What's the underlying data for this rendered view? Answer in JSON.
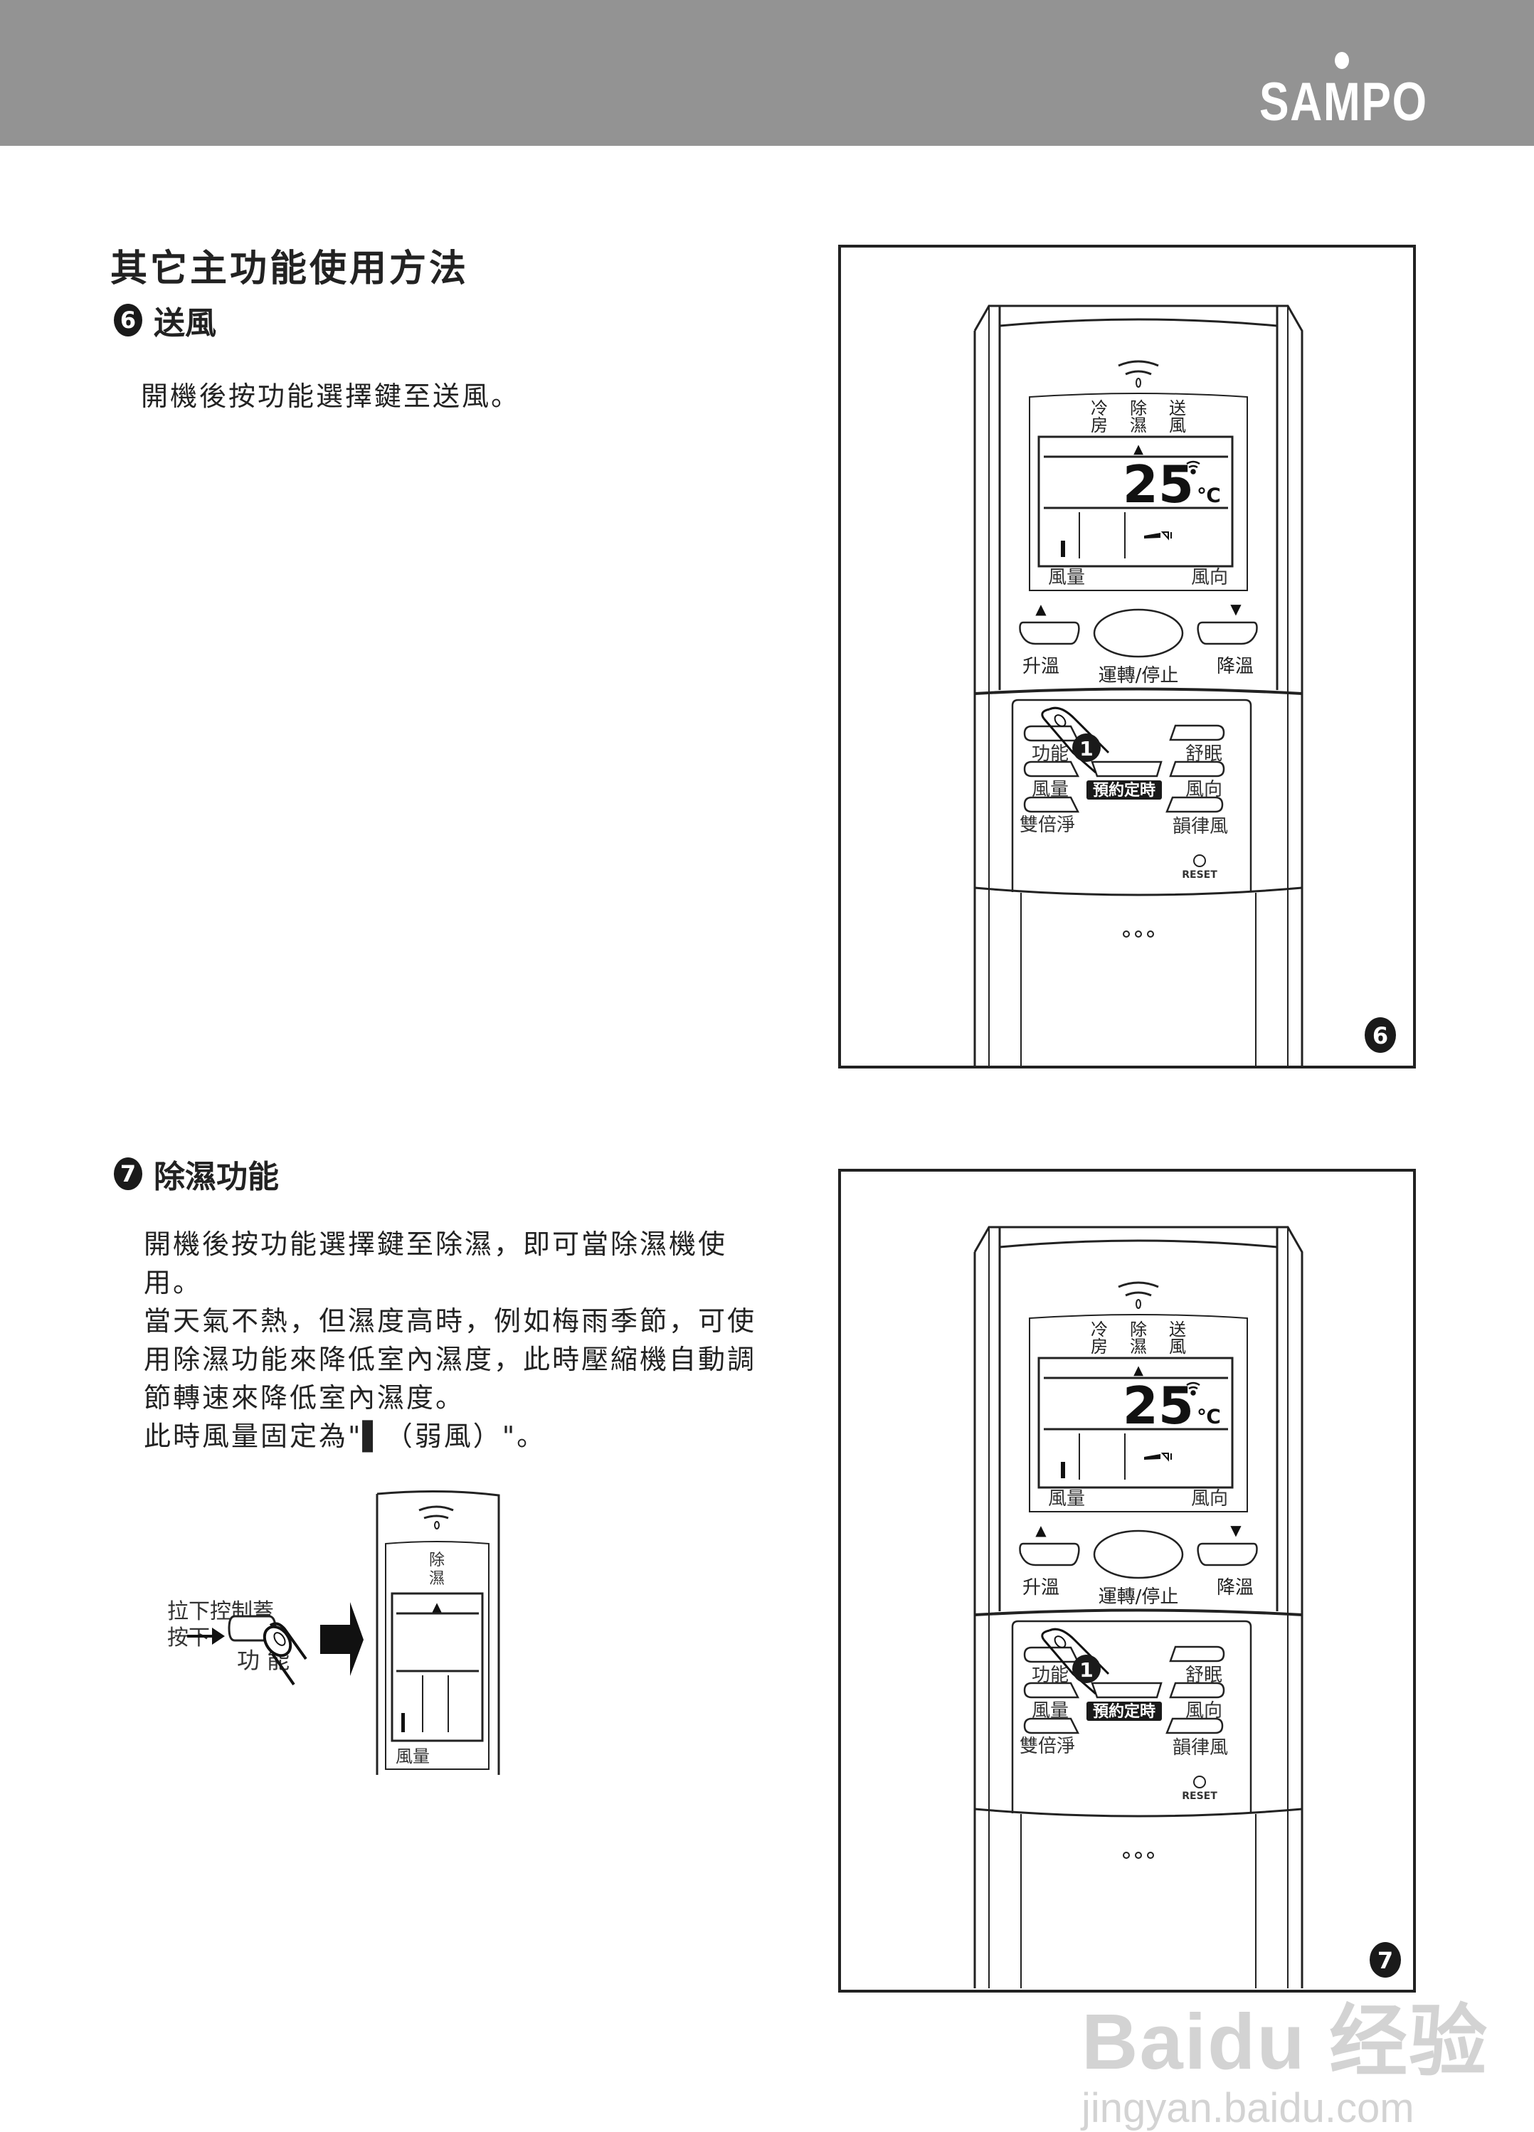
{
  "header": {
    "brand": "SAMPO"
  },
  "page_title": "其它主功能使用方法",
  "sections": [
    {
      "number": "6",
      "title": "送風",
      "paragraphs": [
        "開機後按功能選擇鍵至送風。"
      ],
      "figure_number": "6"
    },
    {
      "number": "7",
      "title": "除濕功能",
      "paragraphs": [
        "開機後按功能選擇鍵至除濕，即可當除濕機使",
        "用。",
        "當天氣不熱，但濕度高時，例如梅雨季節，可使",
        "用除濕功能來降低室內濕度，此時壓縮機自動調",
        "節轉速來降低室內濕度。",
        "此時風量固定為\"▌（弱風）\"。"
      ],
      "figure_number": "7"
    }
  ],
  "remote": {
    "modes": [
      {
        "line1": "冷",
        "line2": "房"
      },
      {
        "line1": "除",
        "line2": "濕"
      },
      {
        "line1": "送",
        "line2": "風"
      }
    ],
    "temperature": "25",
    "temp_unit": "℃",
    "fan_speed_label": "風量",
    "fan_direction_label": "風向",
    "temp_up_label": "升溫",
    "temp_down_label": "降溫",
    "power_label": "運轉/停止",
    "buttons": {
      "function": "功能",
      "sleep": "舒眠",
      "fan_speed": "風量",
      "timer": "預約定時",
      "fan_direction": "風向",
      "double_clean": "雙倍淨",
      "rhythm_wind": "韻律風",
      "reset": "RESET"
    },
    "step_marker": "1",
    "up_arrow": "▲",
    "down_arrow": "▼"
  },
  "inset": {
    "instruction_line1": "拉下控制蓋",
    "instruction_line2": "按下",
    "button_label": "功 能",
    "mode_line1": "除",
    "mode_line2": "濕",
    "fan_speed_label": "風量",
    "up_arrow": "▲"
  },
  "watermark": {
    "brand": "Baidu 经验",
    "url": "jingyan.baidu.com"
  }
}
